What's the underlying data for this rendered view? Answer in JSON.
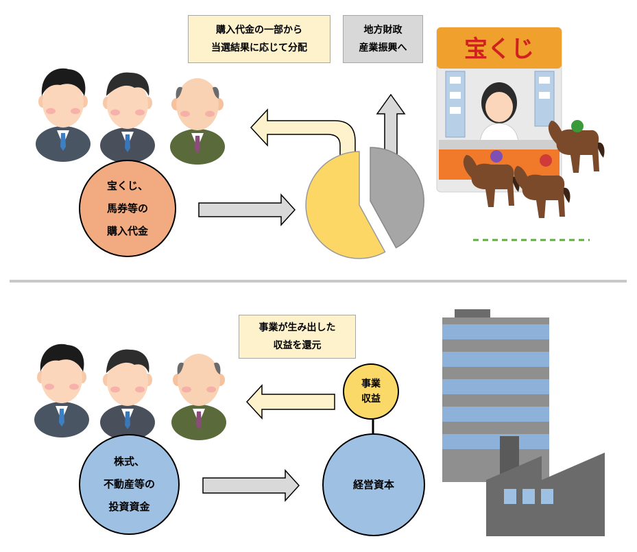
{
  "lottery_section": {
    "payout_note": [
      "購入代金の一部から",
      "当選結果に応じて分配"
    ],
    "public_note": [
      "地方財政",
      "産業振興へ"
    ],
    "purchase_circle": [
      "宝くじ、",
      "馬券等の",
      "購入代金"
    ],
    "booth_sign": "宝くじ",
    "pie_shares": {
      "payout_fraction": 0.58,
      "public_fraction": 0.42
    },
    "colors": {
      "payout": "#fcd766",
      "public": "#a6a6a6",
      "circle": "#f2ab80"
    }
  },
  "investment_section": {
    "return_note": [
      "事業が生み出した",
      "収益を還元"
    ],
    "investment_circle": [
      "株式、",
      "不動産等の",
      "投資資金"
    ],
    "revenue_circle": [
      "事業",
      "収益"
    ],
    "capital_circle": "経営資本",
    "colors": {
      "circle": "#9dc0e3",
      "revenue": "#fad969"
    }
  }
}
